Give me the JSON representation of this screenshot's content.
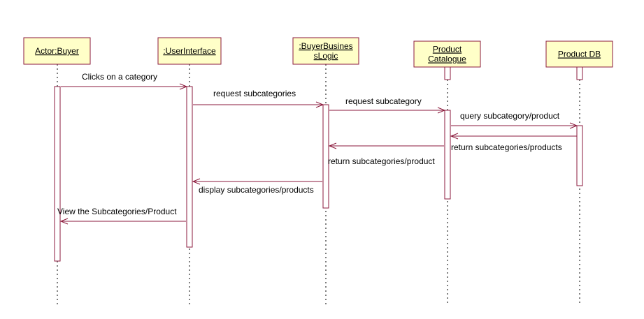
{
  "colors": {
    "object_fill": "#ffffc8",
    "line": "#8b1a3c",
    "lifeline": "#000000",
    "background": "#ffffff"
  },
  "objects": [
    {
      "id": "buyer",
      "label_lines": [
        "Actor:Buyer"
      ]
    },
    {
      "id": "ui",
      "label_lines": [
        ":UserInterface"
      ]
    },
    {
      "id": "bbl",
      "label_lines": [
        ":BuyerBusines",
        "sLogic"
      ]
    },
    {
      "id": "catalogue",
      "label_lines": [
        "Product ",
        "Catalogue"
      ]
    },
    {
      "id": "db",
      "label_lines": [
        "Product DB"
      ]
    }
  ],
  "messages": [
    {
      "id": "m1",
      "from": "buyer",
      "to": "ui",
      "text": "Clicks on a category"
    },
    {
      "id": "m2",
      "from": "ui",
      "to": "bbl",
      "text": "request subcategories"
    },
    {
      "id": "m3",
      "from": "bbl",
      "to": "catalogue",
      "text": "request subcategory"
    },
    {
      "id": "m4",
      "from": "catalogue",
      "to": "db",
      "text": "query subcategory/product"
    },
    {
      "id": "m5",
      "from": "db",
      "to": "catalogue",
      "text": "return subcategories/products"
    },
    {
      "id": "m6",
      "from": "catalogue",
      "to": "bbl",
      "text": "return subcategories/product"
    },
    {
      "id": "m7",
      "from": "bbl",
      "to": "ui",
      "text": "display subcategories/products"
    },
    {
      "id": "m8",
      "from": "ui",
      "to": "buyer",
      "text": "View the Subcategories/Product"
    }
  ]
}
